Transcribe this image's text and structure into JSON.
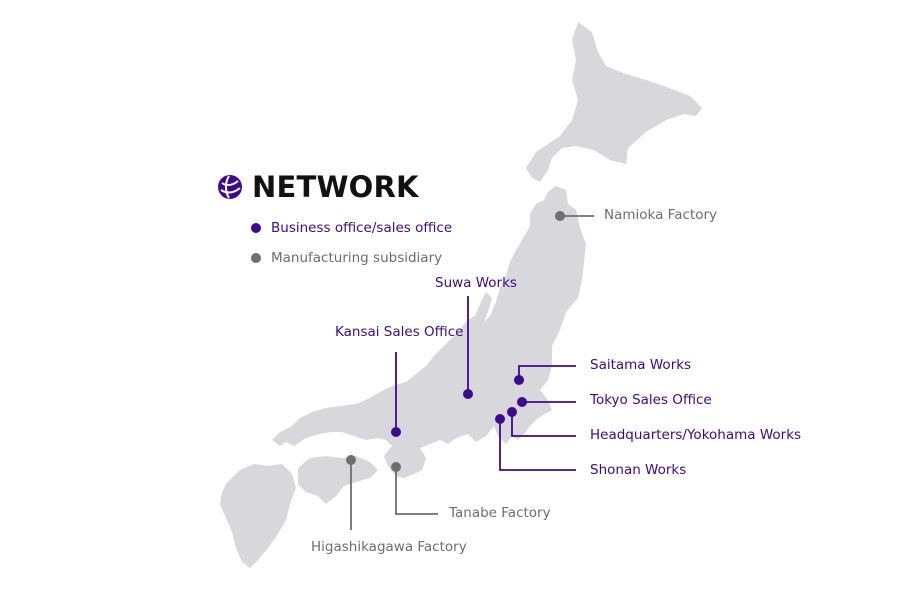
{
  "title": "NETWORK",
  "colors": {
    "business": "#3c0a8c",
    "manufacturing": "#6e6e6e",
    "land": "#d8d8dc",
    "title": "#111111"
  },
  "icons": {
    "title_icon": "globe-icon"
  },
  "legend": [
    {
      "type": "business",
      "label": "Business office/sales office"
    },
    {
      "type": "manufacturing",
      "label": "Manufacturing subsidiary"
    }
  ],
  "locations": [
    {
      "id": "namioka-factory",
      "name": "Namioka Factory",
      "type": "manufacturing"
    },
    {
      "id": "suwa-works",
      "name": "Suwa Works",
      "type": "business"
    },
    {
      "id": "kansai-sales-office",
      "name": "Kansai Sales Office",
      "type": "business"
    },
    {
      "id": "saitama-works",
      "name": "Saitama Works",
      "type": "business"
    },
    {
      "id": "tokyo-sales-office",
      "name": "Tokyo Sales Office",
      "type": "business"
    },
    {
      "id": "headquarters-yokohama-works",
      "name": "Headquarters/Yokohama Works",
      "type": "business"
    },
    {
      "id": "shonan-works",
      "name": "Shonan Works",
      "type": "business"
    },
    {
      "id": "tanabe-factory",
      "name": "Tanabe Factory",
      "type": "manufacturing"
    },
    {
      "id": "higashikagawa-factory",
      "name": "Higashikagawa Factory",
      "type": "manufacturing"
    }
  ]
}
